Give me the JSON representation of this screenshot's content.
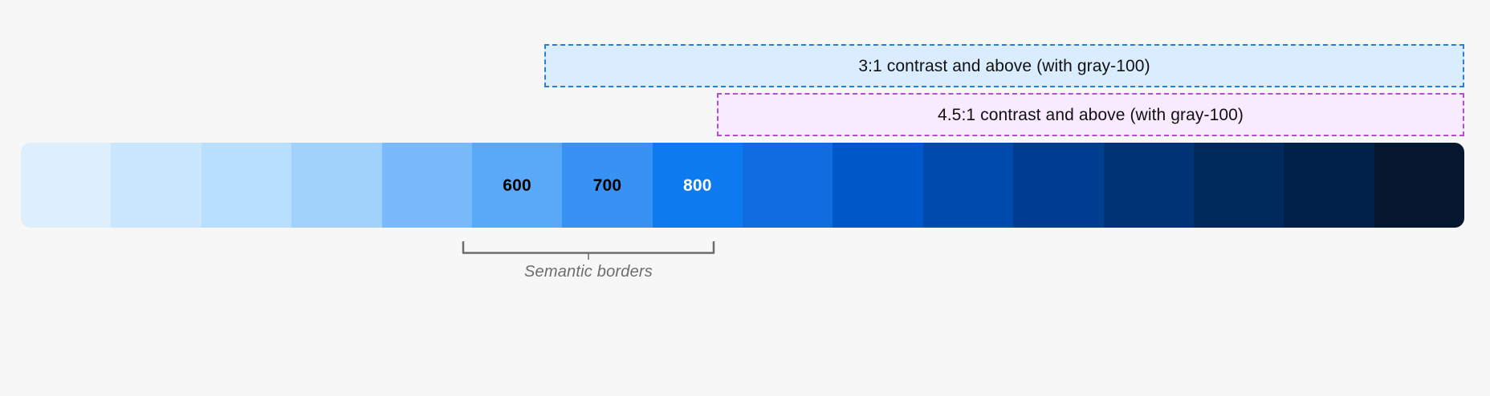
{
  "background_color": "#f7f7f7",
  "annotations": {
    "contrast_3to1": {
      "label": "3:1 contrast and above (with gray-100)",
      "fill": "#d9edff",
      "border_color": "#2b7fd4"
    },
    "contrast_45to1": {
      "label": "4.5:1 contrast and above (with gray-100)",
      "fill": "#f9ebff",
      "border_color": "#b24fd0"
    }
  },
  "bracket": {
    "label": "Semantic borders",
    "color": "#6d6d6d",
    "spans_labels": [
      "600",
      "700",
      "800"
    ]
  },
  "palette": {
    "name": "blue",
    "swatches": [
      {
        "label": "",
        "color": "#ddeffc",
        "text_color": "#000000"
      },
      {
        "label": "",
        "color": "#cae7fd",
        "text_color": "#000000"
      },
      {
        "label": "",
        "color": "#b8dffd",
        "text_color": "#000000"
      },
      {
        "label": "",
        "color": "#a1d2fc",
        "text_color": "#000000"
      },
      {
        "label": "",
        "color": "#79bbfa",
        "text_color": "#000000"
      },
      {
        "label": "600",
        "color": "#5aa9f8",
        "text_color": "#000000"
      },
      {
        "label": "700",
        "color": "#3892f3",
        "text_color": "#000000"
      },
      {
        "label": "800",
        "color": "#0d7bf0",
        "text_color": "#ffffff"
      },
      {
        "label": "",
        "color": "#0f6ddf",
        "text_color": "#ffffff"
      },
      {
        "label": "",
        "color": "#0059c8",
        "text_color": "#ffffff"
      },
      {
        "label": "",
        "color": "#004bad",
        "text_color": "#ffffff"
      },
      {
        "label": "",
        "color": "#003e91",
        "text_color": "#ffffff"
      },
      {
        "label": "",
        "color": "#003375",
        "text_color": "#ffffff"
      },
      {
        "label": "",
        "color": "#002a5c",
        "text_color": "#ffffff"
      },
      {
        "label": "",
        "color": "#002047",
        "text_color": "#ffffff"
      },
      {
        "label": "",
        "color": "#04172f",
        "text_color": "#ffffff"
      }
    ]
  }
}
